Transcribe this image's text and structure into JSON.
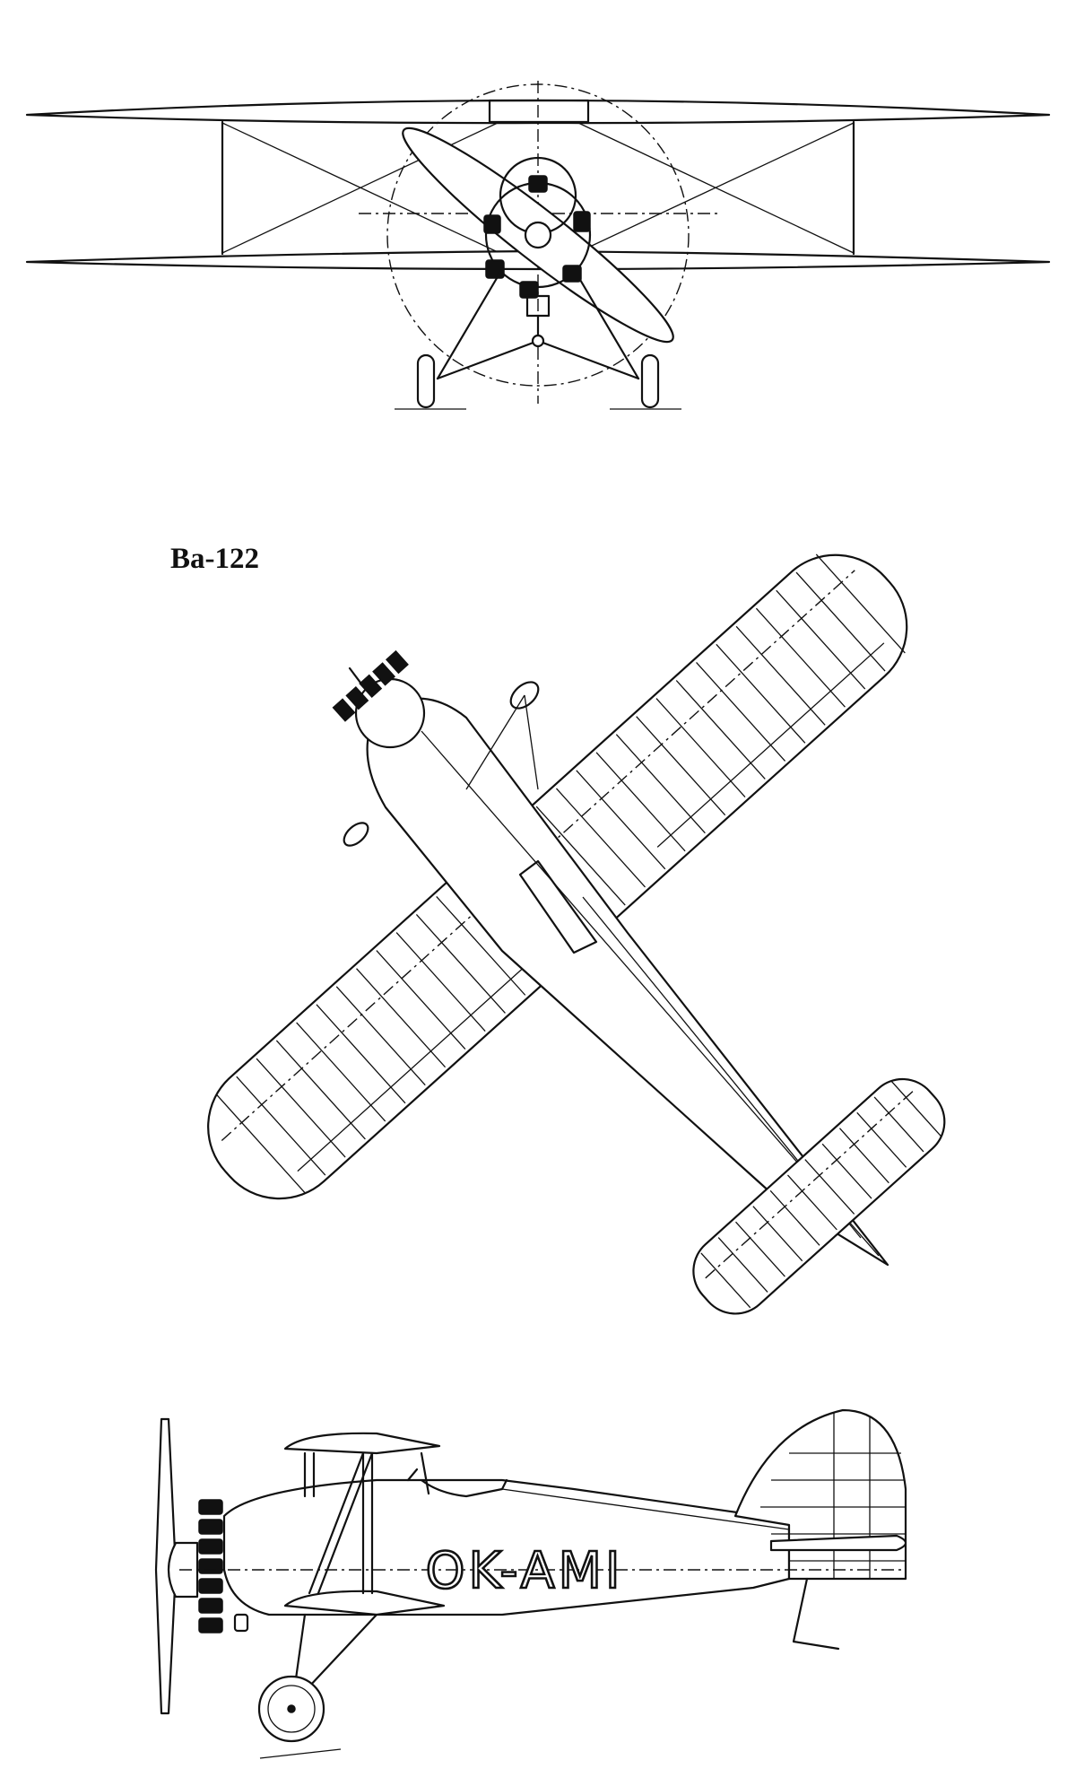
{
  "drawing": {
    "aircraft_designation": "Ba-122",
    "registration_marking": "OK-AMI"
  },
  "views": [
    "front-view",
    "top-view",
    "side-view"
  ]
}
